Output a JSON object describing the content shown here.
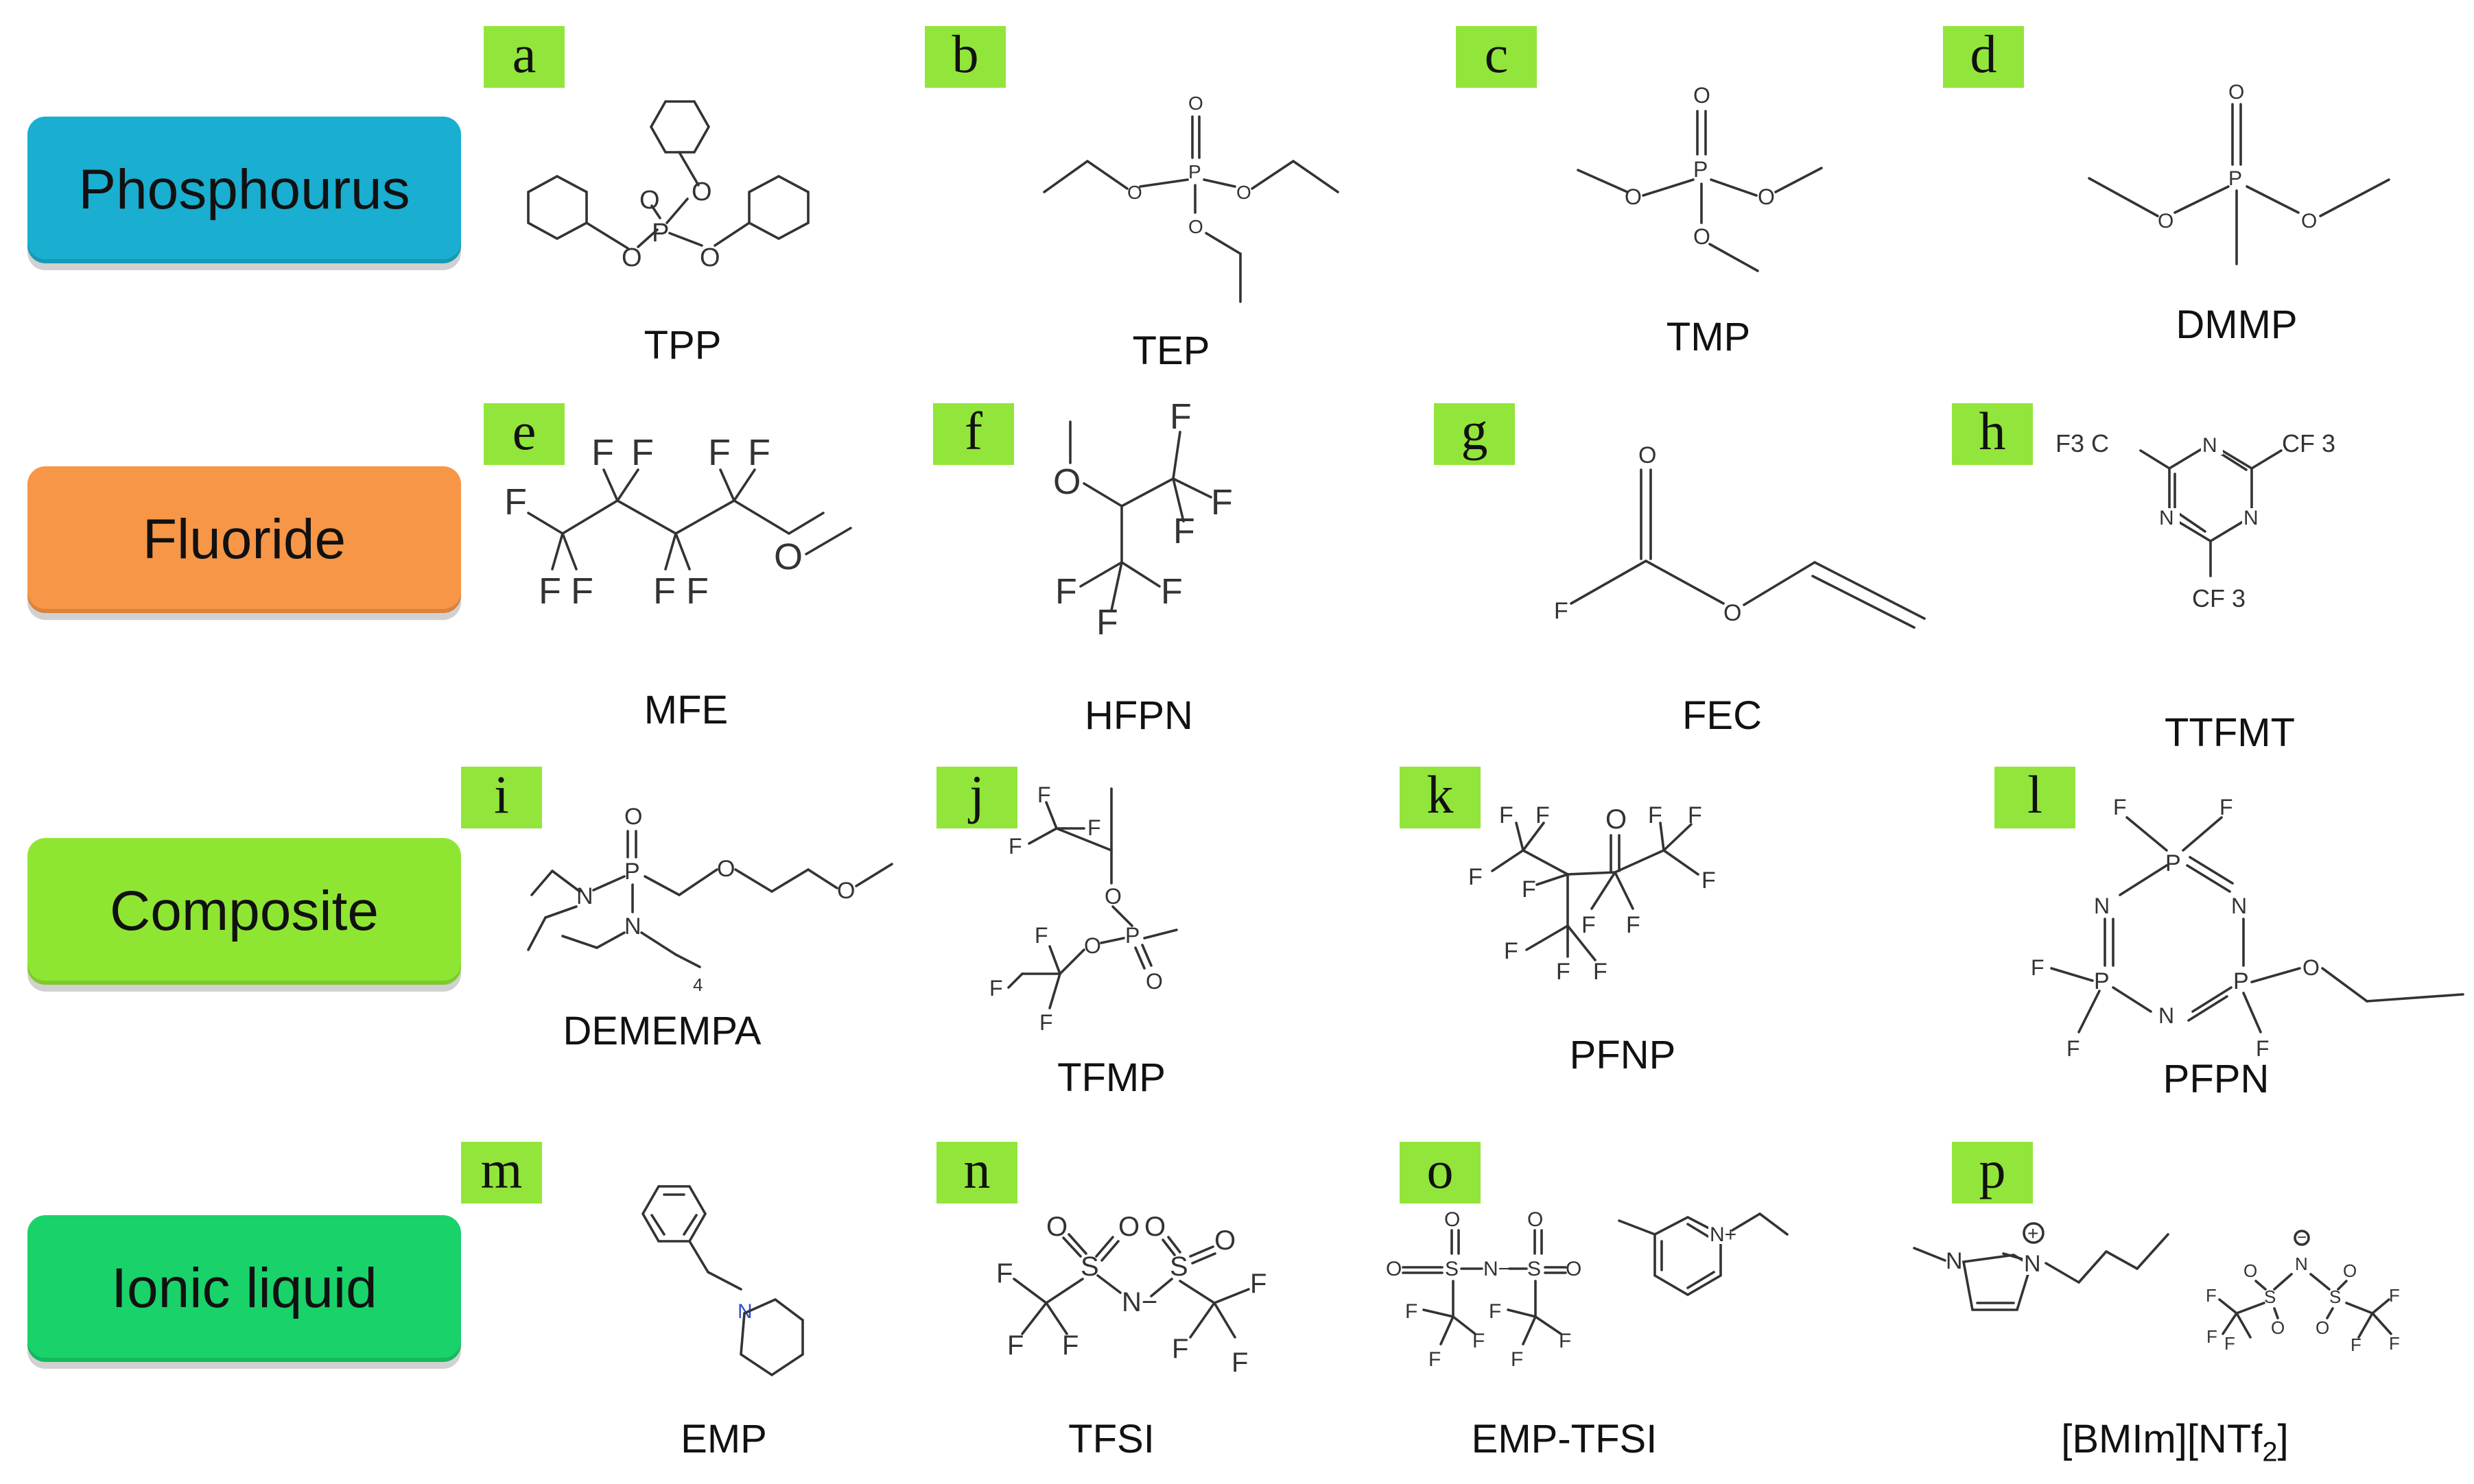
{
  "categories": [
    {
      "label": "Phosphourus",
      "color": "#1aaed0"
    },
    {
      "label": "Fluoride",
      "color": "#f79646"
    },
    {
      "label": "Composite",
      "color": "#8ee633"
    },
    {
      "label": "Ionic liquid",
      "color": "#19d26a"
    }
  ],
  "letter_color": "#92e53a",
  "compounds": [
    {
      "letter": "a",
      "name": "TPP"
    },
    {
      "letter": "b",
      "name": "TEP"
    },
    {
      "letter": "c",
      "name": "TMP"
    },
    {
      "letter": "d",
      "name": "DMMP"
    },
    {
      "letter": "e",
      "name": "MFE"
    },
    {
      "letter": "f",
      "name": "HFPN"
    },
    {
      "letter": "g",
      "name": "FEC"
    },
    {
      "letter": "h",
      "name": "TTFMT"
    },
    {
      "letter": "i",
      "name": "DEMEMPA"
    },
    {
      "letter": "j",
      "name": "TFMP"
    },
    {
      "letter": "k",
      "name": "PFNP"
    },
    {
      "letter": "l",
      "name": "PFPN"
    },
    {
      "letter": "m",
      "name": "EMP"
    },
    {
      "letter": "n",
      "name": "TFSI"
    },
    {
      "letter": "o",
      "name": "EMP-TFSI"
    },
    {
      "letter": "p",
      "name": "[BMIm][NTf",
      "name_sub": "2",
      "name_tail": "]"
    }
  ],
  "atoms": {
    "O": "O",
    "P": "P",
    "F": "F",
    "N": "N",
    "S": "S",
    "C": "C",
    "F3C": "F3C",
    "CF3": "CF 3",
    "F3C_left": "F3 C",
    "CF3_bottom": "CF 3",
    "four": "4",
    "plus": "+",
    "minus": "−",
    "N_plus": "N+",
    "N_minus": "N−"
  }
}
